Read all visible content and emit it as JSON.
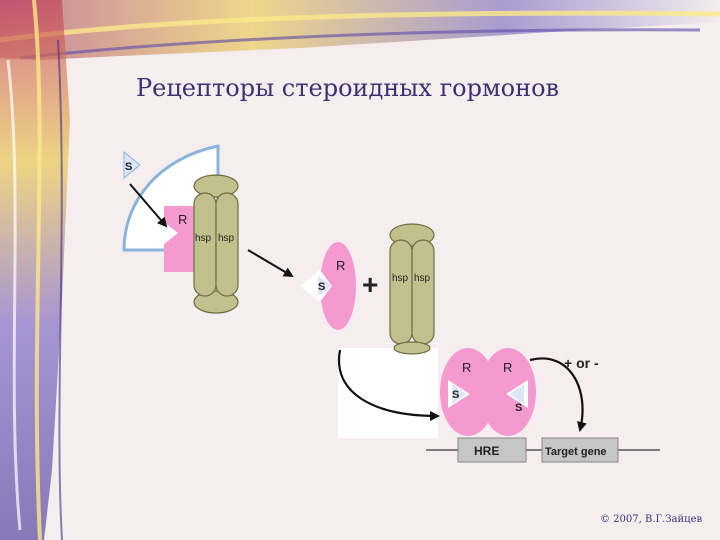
{
  "slide": {
    "title": "Рецепторы стероидных гормонов",
    "copyright": "© 2007, В.Г.Зайцев"
  },
  "diagram": {
    "steroid_label": "S",
    "receptor_label": "R",
    "hsp_label": "hsp",
    "plus_sign": "+",
    "regulation_label": "+ or -",
    "hre_label": "HRE",
    "target_gene_label": "Target gene"
  },
  "colors": {
    "receptor": "#f59ad0",
    "hsp": "#c2c08c",
    "hsp_outline": "#6e6c44",
    "box": "#c6c6c6",
    "title": "#3b3274"
  }
}
